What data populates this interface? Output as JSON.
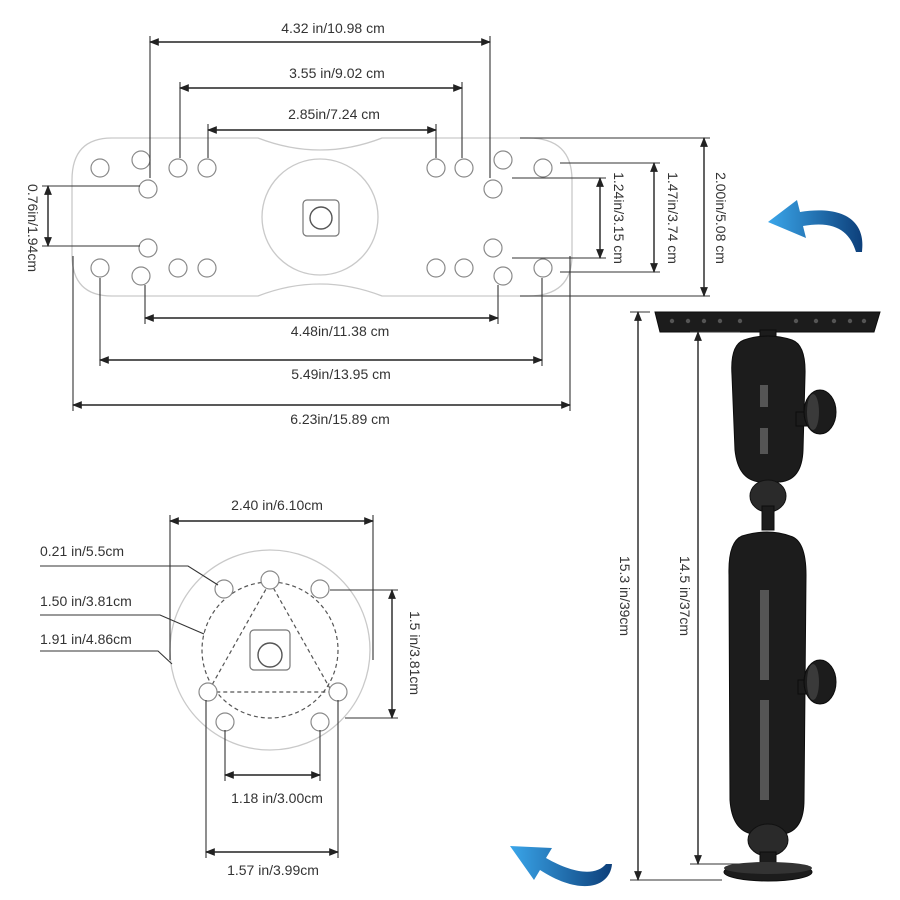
{
  "colors": {
    "accent_arrow": "#2a8fd6",
    "mount_body": "#1c1c1c",
    "dimension_line": "#222222"
  },
  "plate": {
    "width_1": "4.32 in/10.98 cm",
    "width_2": "3.55 in/9.02 cm",
    "width_3": "2.85in/7.24 cm",
    "width_4": "4.48in/11.38 cm",
    "width_5": "5.49in/13.95 cm",
    "width_6": "6.23in/15.89 cm",
    "height_left": "0.76in/1.94cm",
    "height_1": "1.24in/3.15 cm",
    "height_2": "1.47in/3.74 cm",
    "height_3": "2.00in/5.08 cm"
  },
  "base": {
    "width_top": "2.40 in/6.10cm",
    "label_1": "0.21 in/5.5cm",
    "label_2": "1.50 in/3.81cm",
    "label_3": "1.91 in/4.86cm",
    "height_right": "1.5 in/3.81cm",
    "width_inner": "1.18 in/3.00cm",
    "width_outer": "1.57 in/3.99cm"
  },
  "mount": {
    "total_height": "15.3 in/39cm",
    "arm_height": "14.5 in/37cm"
  },
  "icons": {
    "top_arrow": "curved-arrow-icon",
    "bottom_arrow": "curved-arrow-icon"
  }
}
